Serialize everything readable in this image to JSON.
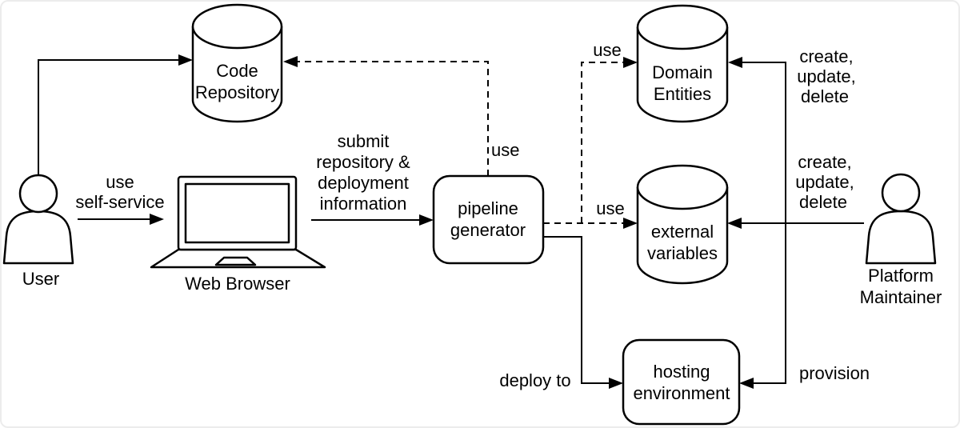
{
  "colors": {
    "ink": "#000000",
    "background": "#ffffff",
    "frame_border": "#ececec"
  },
  "nodes": {
    "user": {
      "label": "User"
    },
    "web_browser": {
      "label": "Web Browser"
    },
    "code_repository": {
      "line1": "Code",
      "line2": "Repository"
    },
    "pipeline_generator": {
      "line1": "pipeline",
      "line2": "generator"
    },
    "domain_entities": {
      "line1": "Domain",
      "line2": "Entities"
    },
    "external_variables": {
      "line1": "external",
      "line2": "variables"
    },
    "hosting_environment": {
      "line1": "hosting",
      "line2": "environment"
    },
    "platform_maintainer": {
      "line1": "Platform",
      "line2": "Maintainer"
    }
  },
  "edges": {
    "use_self_service": {
      "line1": "use",
      "line2": "self-service"
    },
    "submit_info": {
      "line1": "submit",
      "line2": "repository &",
      "line3": "deployment",
      "line4": "information"
    },
    "pipeline_use_code_repository": {
      "label": "use"
    },
    "pipeline_use_domain_entities": {
      "label": "use"
    },
    "pipeline_use_external_variables": {
      "label": "use"
    },
    "deploy_to": {
      "label": "deploy to"
    },
    "provision": {
      "label": "provision"
    },
    "crud_domain_entities": {
      "line1": "create,",
      "line2": "update,",
      "line3": "delete"
    },
    "crud_external_variables": {
      "line1": "create,",
      "line2": "update,",
      "line3": "delete"
    }
  }
}
